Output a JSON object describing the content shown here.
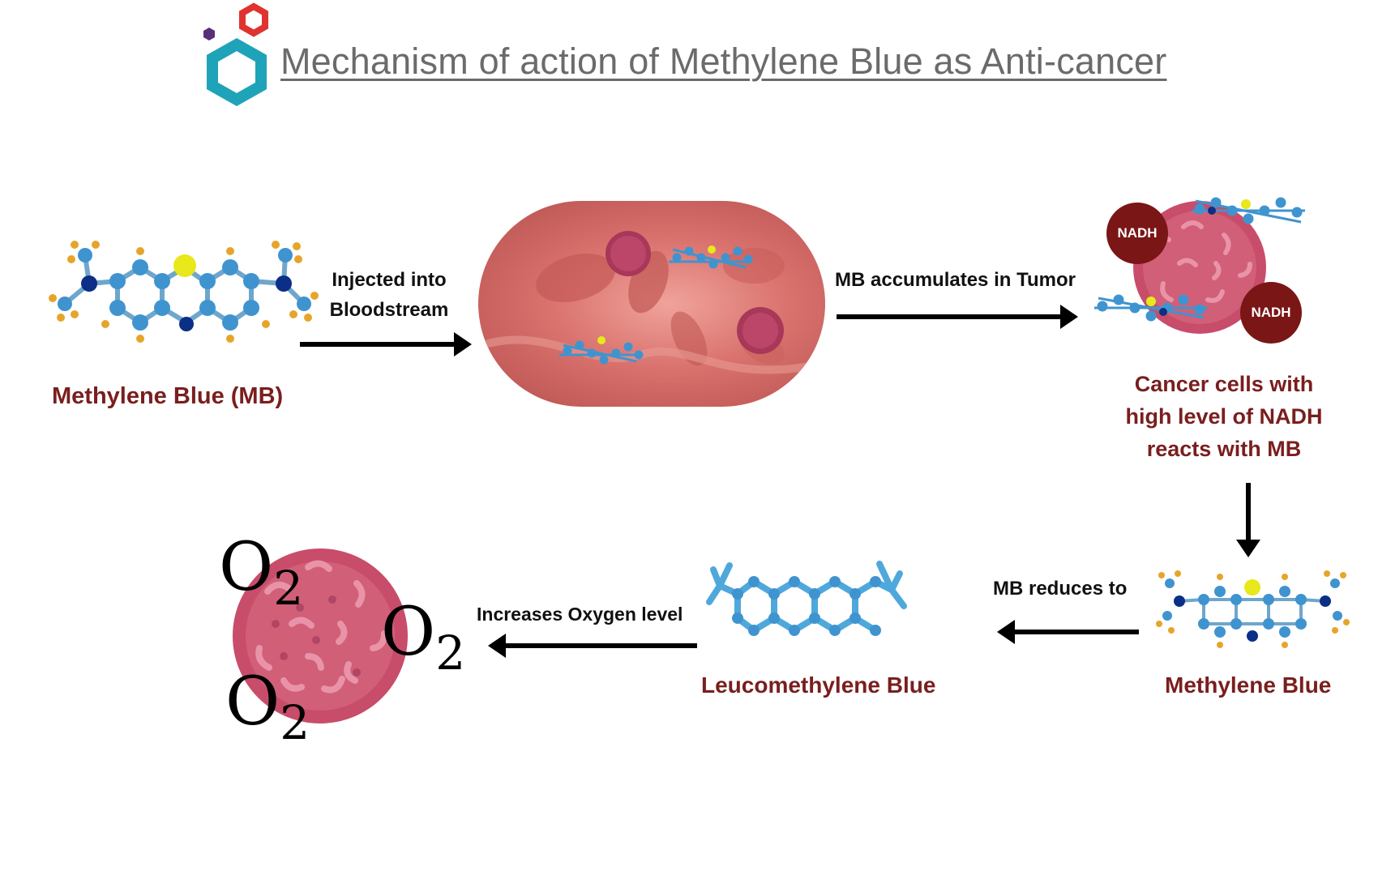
{
  "title": "Mechanism of action of Methylene Blue as Anti-cancer",
  "steps": {
    "mb_label": "Methylene Blue (MB)",
    "injected_line1": "Injected into",
    "injected_line2": "Bloodstream",
    "accumulates": "MB accumulates in Tumor",
    "nadh_top": "NADH",
    "nadh_bottom": "NADH",
    "cancer_line1": "Cancer cells with",
    "cancer_line2": "high level of NADH",
    "cancer_line3": "reacts with MB",
    "reduces": "MB reduces to",
    "mb2_label": "Methylene Blue",
    "leuco_label": "Leucomethylene Blue",
    "increases": "Increases Oxygen level",
    "o2_base": "O",
    "o2_sub": "2"
  },
  "colors": {
    "title": "#6b6b6b",
    "label_red": "#7a1e1e",
    "nadh": "#7a1616",
    "logo_teal": "#1fa3b8",
    "logo_red": "#e0322f",
    "logo_purple": "#5a2f7a",
    "atom_carbon": "#3f94cf",
    "atom_sulfur": "#e8e81a",
    "atom_nitrogen": "#0b2f86",
    "atom_hydrogen": "#e6a52a",
    "blood": "#d9716d",
    "cell": "#c84d6a"
  },
  "icons": {
    "logo": "hexagon-logo-icon",
    "arrows": "arrow-icon"
  }
}
